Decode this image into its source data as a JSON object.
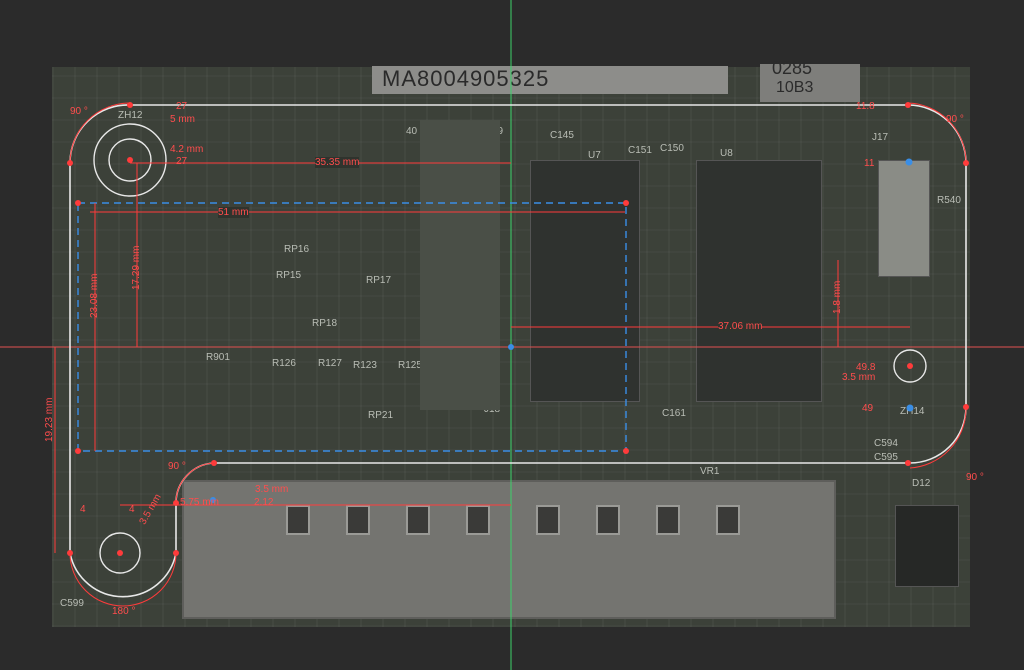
{
  "board": {
    "serial_label": "MA8004905325",
    "code_top": "0285",
    "code_bottom": "10B3"
  },
  "silkscreen": [
    "C145",
    "C151",
    "C150",
    "U7",
    "U8",
    "J17",
    "R540",
    "RP16",
    "RP15",
    "RP17",
    "RP18",
    "R901",
    "R126",
    "R127",
    "R123",
    "R125",
    "RP21",
    "C161",
    "C594",
    "C595",
    "D12",
    "ZH12",
    "ZH14",
    "J18",
    "VR1",
    "C599",
    "40",
    "39"
  ],
  "dimensions": {
    "d35": "35.35 mm",
    "d51": "51 mm",
    "d17": "17.29 mm",
    "d23": "23.08 mm",
    "d19": "19.23 mm",
    "d37": "37.06 mm",
    "d18": "1.8 mm",
    "r5": "5 mm",
    "d42": "4.2 mm",
    "d27a": "27",
    "d27b": "27",
    "d118": "11.8",
    "d11": "11",
    "d49": "49",
    "d498": "49.8",
    "d35b": "3.5 mm",
    "d35c": "3.5 mm",
    "d35d": "3.5 mm",
    "d575": "5.75 mm",
    "d212": "2.12",
    "d4a": "4",
    "d4b": "4",
    "a90a": "90 °",
    "a90b": "90 °",
    "a90c": "90 °",
    "a90d": "90 °",
    "a180": "180 °"
  },
  "colors": {
    "dimension": "#ff3b3b",
    "outline": "#e8e8e8",
    "selection": "#3a8ee6",
    "axis_x": "#e05050",
    "axis_y": "#3cd26a"
  }
}
